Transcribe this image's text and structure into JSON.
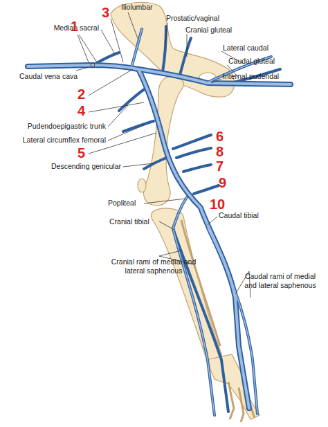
{
  "diagram": {
    "labels": [
      "3",
      "Iliolumbar",
      "Prostatic/vaginal",
      "Median sacral",
      "1",
      "Cranial gluteal",
      "Lateral caudal",
      "Caudal gluteal",
      "Caudal vena cava",
      "Internal pudendal",
      "2",
      "4",
      "Pudendoepigastric trunk",
      "Lateral circumflex femoral",
      "6",
      "8",
      "5",
      "Descending genicular",
      "7",
      "9",
      "10",
      "Popliteal",
      "Caudal tibial",
      "Cranial tibial",
      "Cranial rami of medial and lateral saphenous",
      "Caudal rami of medial and lateral saphenous"
    ]
  }
}
